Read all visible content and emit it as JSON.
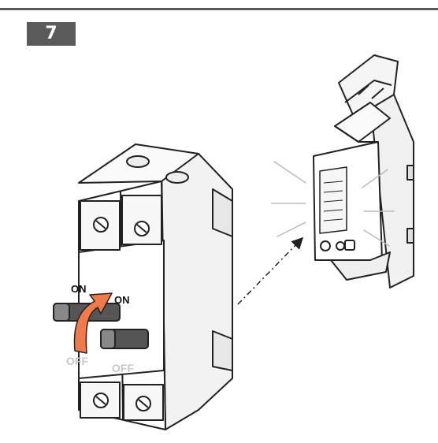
{
  "step": {
    "number": "7"
  },
  "breaker": {
    "pole_left": {
      "on_label": "ON",
      "off_label": "OFF"
    },
    "pole_right": {
      "on_label": "ON",
      "off_label": "OFF"
    }
  },
  "colors": {
    "arrow": "#f07a4a",
    "rule": "#5a5a5a",
    "line": "#222222"
  },
  "icons": {
    "arrow": "curved-up-arrow-icon",
    "link": "dashed-arrow-icon",
    "glow": "light-rays-icon"
  }
}
